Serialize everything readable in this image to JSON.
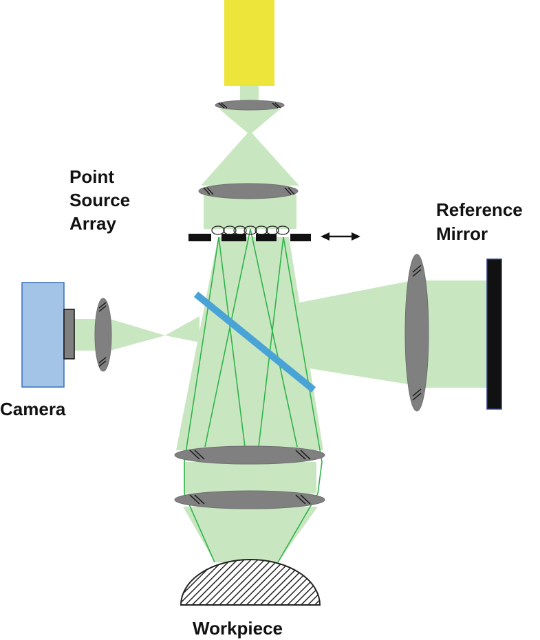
{
  "labels": {
    "point_source": [
      "Point",
      "Source",
      "Array"
    ],
    "reference_mirror": [
      "Reference",
      "Mirror"
    ],
    "camera": "Camera",
    "workpiece": "Workpiece"
  },
  "colors": {
    "beam": "#c8e6c0",
    "lens": "#808080",
    "lens_edge": "#6f6f6f",
    "source": "#ede53a",
    "beam_splitter": "#4aa3d6",
    "camera_body": "#a3c4e6",
    "camera_edge": "#3a6fb8",
    "mirror": "#111111",
    "ray": "#2fb34a",
    "workpiece_stroke": "#222222",
    "arrow": "#111111"
  },
  "icons": {
    "motion_arrow": "double-arrow-icon",
    "workpiece_fill": "hatch-pattern"
  }
}
